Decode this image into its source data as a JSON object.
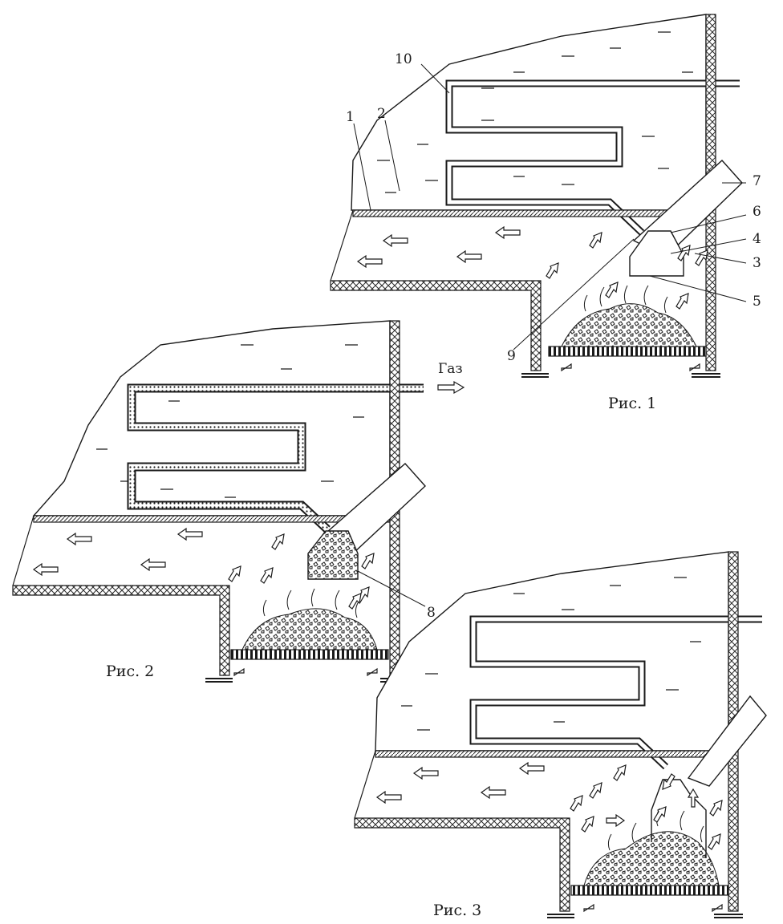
{
  "colors": {
    "ink": "#1a1a1a",
    "paper": "#ffffff",
    "hatch": "#2b2b2b"
  },
  "figures": [
    {
      "id": "fig1",
      "caption": "Рис. 1"
    },
    {
      "id": "fig2",
      "caption": "Рис. 2"
    },
    {
      "id": "fig3",
      "caption": "Рис. 3"
    }
  ],
  "labels": {
    "n1": "1",
    "n2": "2",
    "n3": "3",
    "n4": "4",
    "n5": "5",
    "n6": "6",
    "n7": "7",
    "n8": "8",
    "n9": "9",
    "n10": "10",
    "gas": "Газ"
  },
  "icons": {
    "flow_arrow": "hollow-arrow-icon",
    "fuel_bed": "burning-fuel-icon",
    "grate": "grate-icon"
  }
}
